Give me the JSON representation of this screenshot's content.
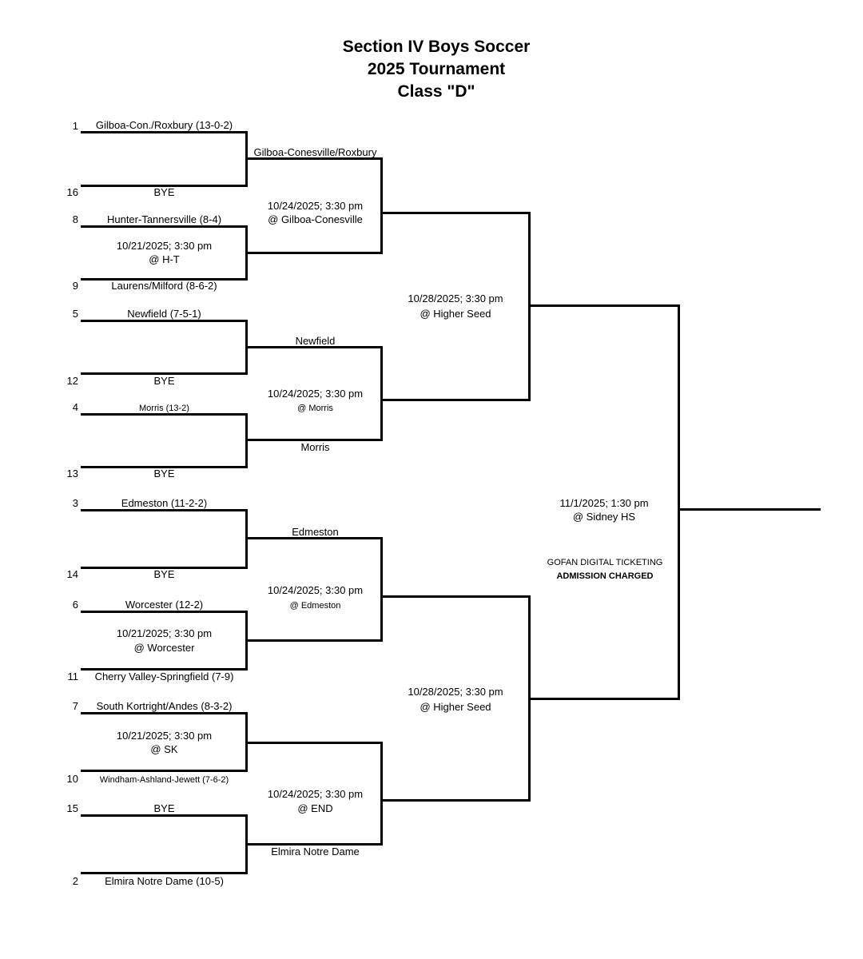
{
  "title": {
    "line1": "Section IV Boys Soccer",
    "line2": "2025 Tournament",
    "line3": "Class \"D\""
  },
  "round1": [
    {
      "seed": "1",
      "team": "Gilboa-Con./Roxbury (13-0-2)"
    },
    {
      "seed": "16",
      "team": "BYE"
    },
    {
      "seed": "8",
      "team": "Hunter-Tannersville (8-4)"
    },
    {
      "seed": "9",
      "team": "Laurens/Milford (8-6-2)"
    },
    {
      "seed": "5",
      "team": "Newfield (7-5-1)"
    },
    {
      "seed": "12",
      "team": "BYE"
    },
    {
      "seed": "4",
      "team": "Morris (13-2)"
    },
    {
      "seed": "13",
      "team": "BYE"
    },
    {
      "seed": "3",
      "team": "Edmeston (11-2-2)"
    },
    {
      "seed": "14",
      "team": "BYE"
    },
    {
      "seed": "6",
      "team": "Worcester (12-2)"
    },
    {
      "seed": "11",
      "team": "Cherry Valley-Springfield (7-9)"
    },
    {
      "seed": "7",
      "team": "South Kortright/Andes (8-3-2)"
    },
    {
      "seed": "10",
      "team": "Windham-Ashland-Jewett (7-6-2)"
    },
    {
      "seed": "15",
      "team": "BYE"
    },
    {
      "seed": "2",
      "team": "Elmira Notre Dame (10-5)"
    }
  ],
  "round1_games": [
    {
      "date": "10/21/2025; 3:30 pm",
      "venue": "@ H-T"
    },
    {
      "date": "10/21/2025; 3:30 pm",
      "venue": "@ Worcester"
    },
    {
      "date": "10/21/2025; 3:30 pm",
      "venue": "@ SK"
    }
  ],
  "round2_teams": [
    {
      "team": "Gilboa-Conesville/Roxbury"
    },
    {
      "team": "Newfield"
    },
    {
      "team": "Morris"
    },
    {
      "team": "Edmeston"
    },
    {
      "team": "Elmira Notre Dame"
    }
  ],
  "round2_games": [
    {
      "date": "10/24/2025; 3:30 pm",
      "venue": "@ Gilboa-Conesville"
    },
    {
      "date": "10/24/2025; 3:30 pm",
      "venue": "@ Morris"
    },
    {
      "date": "10/24/2025; 3:30 pm",
      "venue": "@ Edmeston"
    },
    {
      "date": "10/24/2025; 3:30 pm",
      "venue": "@ END"
    }
  ],
  "semi_games": [
    {
      "date": "10/28/2025; 3:30 pm",
      "venue": "@ Higher Seed"
    },
    {
      "date": "10/28/2025; 3:30 pm",
      "venue": "@ Higher Seed"
    }
  ],
  "final": {
    "date": "11/1/2025; 1:30 pm",
    "venue": "@ Sidney HS",
    "ticketing": "GOFAN DIGITAL TICKETING",
    "admission": "ADMISSION CHARGED"
  }
}
